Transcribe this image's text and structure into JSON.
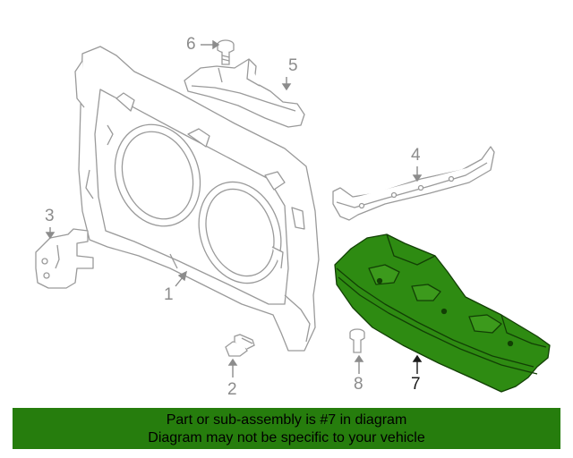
{
  "colors": {
    "highlight_fill": "#2e8b12",
    "highlight_stroke": "#123f05",
    "part_stroke": "#9a9a9a",
    "banner_bg": "#267d0d"
  },
  "callouts": [
    {
      "id": "1",
      "label": "1"
    },
    {
      "id": "2",
      "label": "2"
    },
    {
      "id": "3",
      "label": "3"
    },
    {
      "id": "4",
      "label": "4"
    },
    {
      "id": "5",
      "label": "5"
    },
    {
      "id": "6",
      "label": "6"
    },
    {
      "id": "7",
      "label": "7"
    },
    {
      "id": "8",
      "label": "8"
    }
  ],
  "highlighted_part": "7",
  "banner": {
    "line1": "Part or sub-assembly is #7 in diagram",
    "line2": "Diagram may not be specific to your vehicle"
  }
}
